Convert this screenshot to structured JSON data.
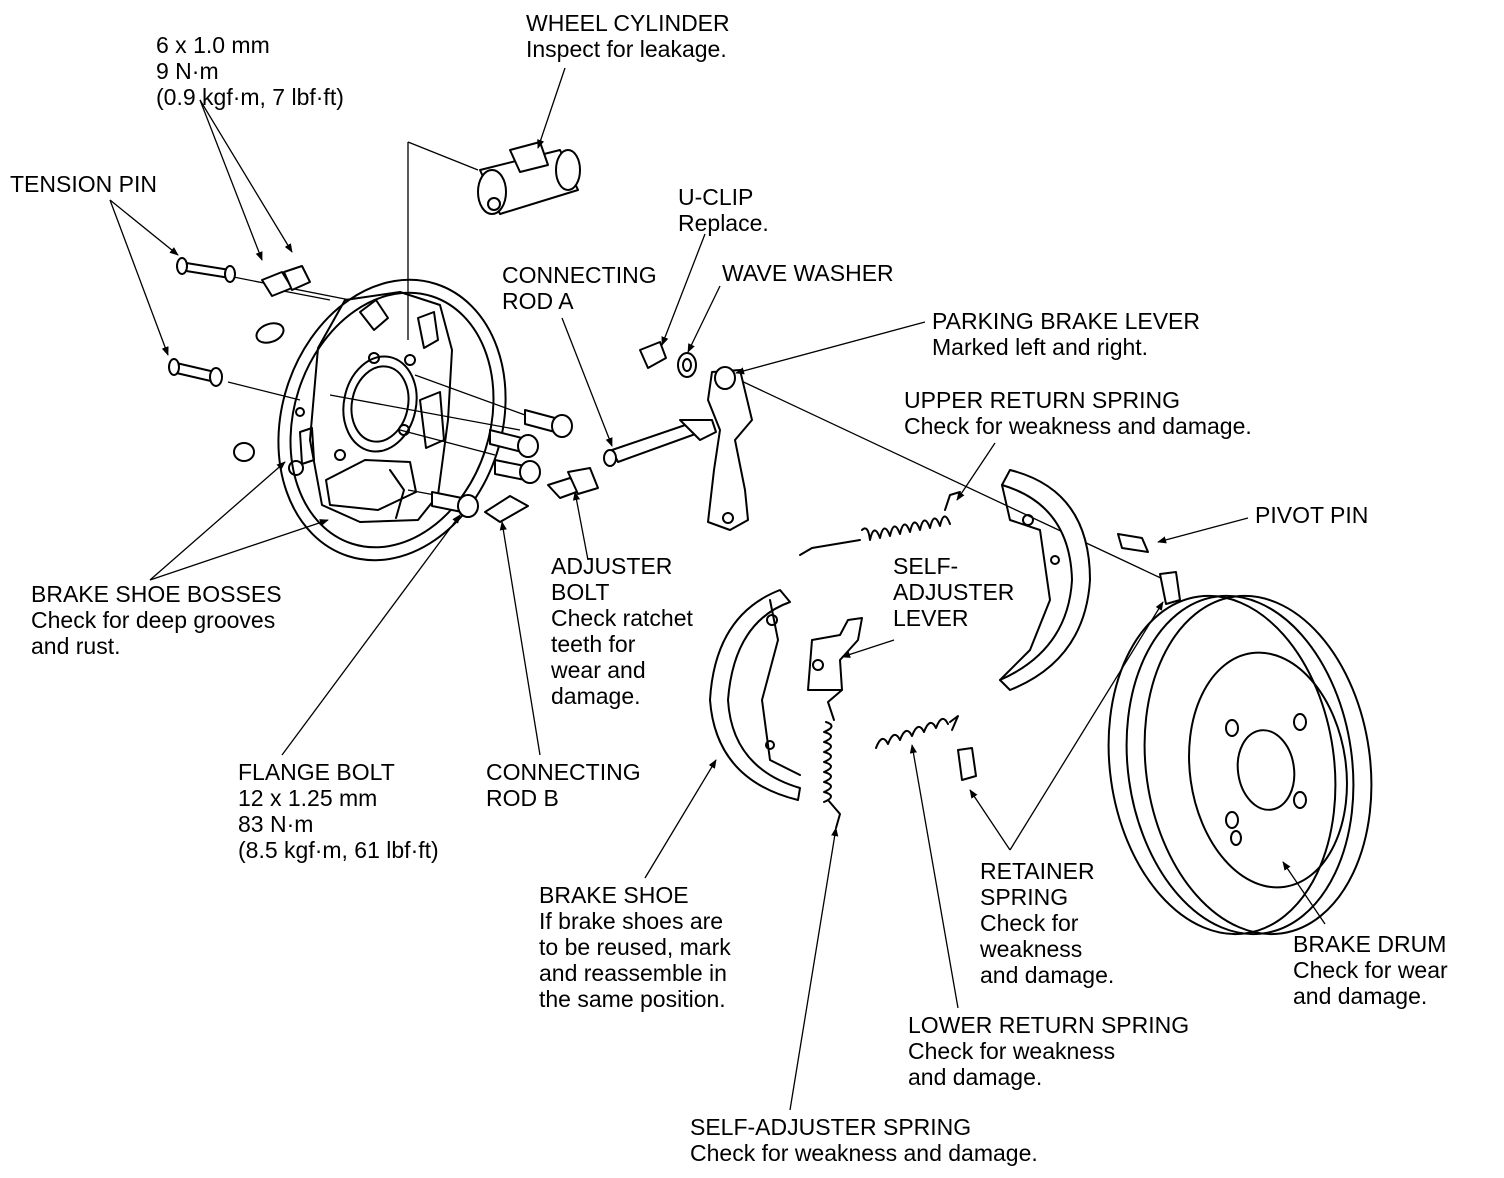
{
  "labels": {
    "wheel_cylinder": [
      "WHEEL CYLINDER",
      "Inspect for leakage."
    ],
    "bolt_spec": [
      "6 x 1.0 mm",
      "9 N·m",
      "(0.9 kgf·m, 7 lbf·ft)"
    ],
    "tension_pin": [
      "TENSION PIN"
    ],
    "u_clip": [
      "U-CLIP",
      "Replace."
    ],
    "connecting_rod_a": [
      "CONNECTING",
      "ROD A"
    ],
    "wave_washer": [
      "WAVE WASHER"
    ],
    "parking_brake_lever": [
      "PARKING BRAKE LEVER",
      "Marked left and right."
    ],
    "upper_return_spring": [
      "UPPER RETURN SPRING",
      "Check for weakness and damage."
    ],
    "pivot_pin": [
      "PIVOT PIN"
    ],
    "self_adjuster_lever": [
      "SELF-",
      "ADJUSTER",
      "LEVER"
    ],
    "adjuster_bolt": [
      "ADJUSTER",
      "BOLT",
      "Check ratchet",
      "teeth for",
      "wear and",
      "damage."
    ],
    "brake_shoe_bosses": [
      "BRAKE SHOE BOSSES",
      "Check for deep grooves",
      "and rust."
    ],
    "flange_bolt": [
      "FLANGE BOLT",
      "12 x 1.25 mm",
      "83 N·m",
      "(8.5 kgf·m, 61 lbf·ft)"
    ],
    "connecting_rod_b": [
      "CONNECTING",
      "ROD B"
    ],
    "brake_shoe": [
      "BRAKE SHOE",
      "If brake shoes are",
      "to be reused, mark",
      "and reassemble in",
      "the same position."
    ],
    "retainer_spring": [
      "RETAINER",
      "SPRING",
      "Check for",
      "weakness",
      "and damage."
    ],
    "brake_drum": [
      "BRAKE DRUM",
      "Check for wear",
      "and damage."
    ],
    "lower_return_spring": [
      "LOWER RETURN SPRING",
      "Check for weakness",
      "and damage."
    ],
    "self_adjuster_spring": [
      "SELF-ADJUSTER SPRING",
      "Check for weakness and damage."
    ]
  }
}
